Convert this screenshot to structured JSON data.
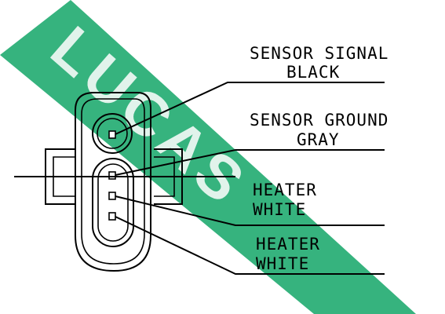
{
  "colors": {
    "watermark": "#36b37e",
    "ink": "#000000",
    "background": "#ffffff"
  },
  "watermark": {
    "text": "LUCAS"
  },
  "pins": [
    {
      "label_line1": "SENSOR SIGNAL",
      "label_line2": "BLACK"
    },
    {
      "label_line1": "SENSOR GROUND",
      "label_line2": "GRAY"
    },
    {
      "label_line1": "HEATER",
      "label_line2": "WHITE"
    },
    {
      "label_line1": "HEATER",
      "label_line2": "WHITE"
    }
  ]
}
